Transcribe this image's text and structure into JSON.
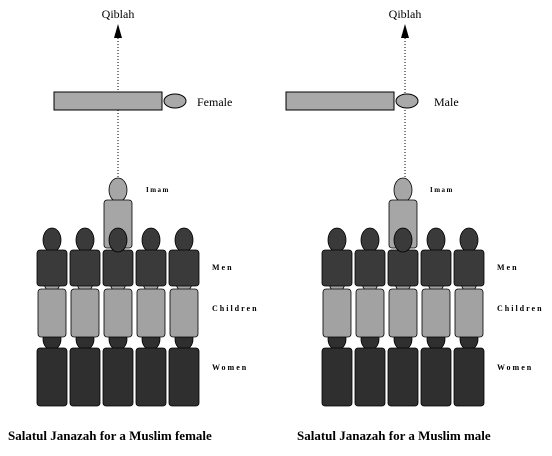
{
  "colors": {
    "bar": "#a9a9a9",
    "head": "#a9a9a9",
    "men": "#3a3a3a",
    "children": "#a2a2a2",
    "women": "#2f2f2f",
    "imam": "#a6a6a6",
    "line": "#000000"
  },
  "panels": [
    {
      "id": "female",
      "qiblah": "Qiblah",
      "gender_label": "Female",
      "imam_label": "Imam",
      "row_labels": {
        "men": "Men",
        "children": "Children",
        "women": "Women"
      },
      "caption": "Salatul Janazah for a Muslim female"
    },
    {
      "id": "male",
      "qiblah": "Qiblah",
      "gender_label": "Male",
      "imam_label": "Imam",
      "row_labels": {
        "men": "Men",
        "children": "Children",
        "women": "Women"
      },
      "caption": "Salatul Janazah for a Muslim male"
    }
  ]
}
